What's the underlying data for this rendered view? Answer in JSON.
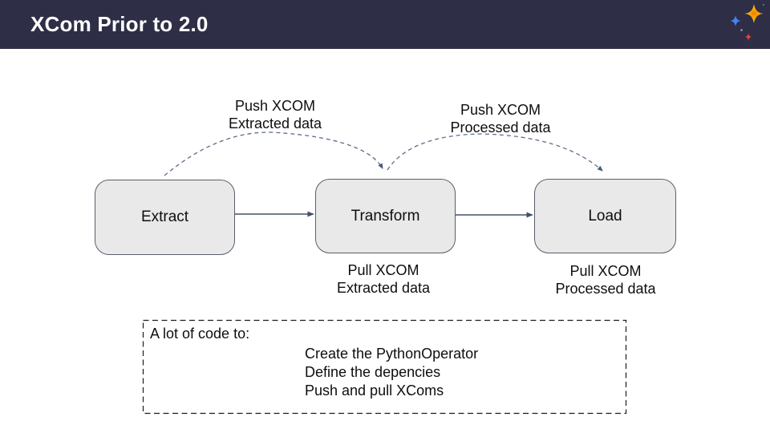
{
  "header": {
    "title": "XCom Prior to 2.0",
    "bg_color": "#2e2e47",
    "logo": {
      "name": "sparkles",
      "large_star_color": "#f9ab00",
      "blue_star_color": "#4285f4",
      "red_star_color": "#e8453c"
    }
  },
  "diagram": {
    "nodes": [
      {
        "label": "Extract"
      },
      {
        "label": "Transform"
      },
      {
        "label": "Load"
      }
    ],
    "annotations": {
      "push_extracted": {
        "line1": "Push XCOM",
        "line2": "Extracted data"
      },
      "push_processed": {
        "line1": "Push XCOM",
        "line2": "Processed data"
      },
      "pull_extracted": {
        "line1": "Pull XCOM",
        "line2": "Extracted data"
      },
      "pull_processed": {
        "line1": "Pull XCOM",
        "line2": "Processed data"
      }
    },
    "colors": {
      "node_fill": "#e9e9e9",
      "node_border": "#5a5e6b",
      "solid_arrow": "#41506a",
      "dashed_arrow": "#5d6d89"
    }
  },
  "code_note": {
    "intro": "A lot of code to:",
    "items": [
      "Create the PythonOperator",
      "Define the depencies",
      "Push and pull XComs"
    ]
  }
}
